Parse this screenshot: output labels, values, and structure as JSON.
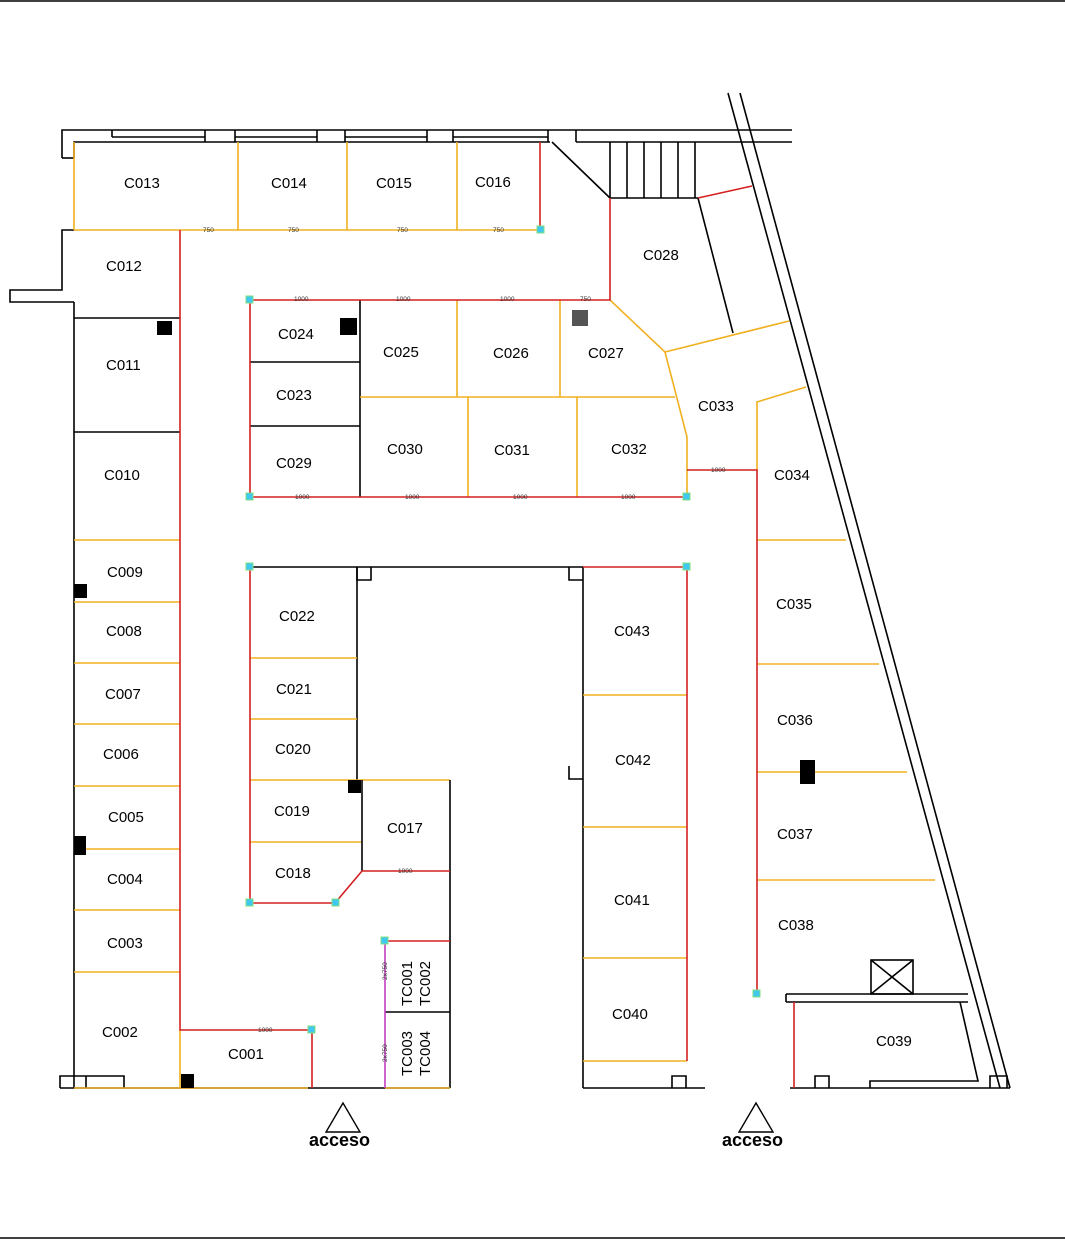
{
  "rooms": [
    {
      "id": "C001"
    },
    {
      "id": "C002"
    },
    {
      "id": "C003"
    },
    {
      "id": "C004"
    },
    {
      "id": "C005"
    },
    {
      "id": "C006"
    },
    {
      "id": "C007"
    },
    {
      "id": "C008"
    },
    {
      "id": "C009"
    },
    {
      "id": "C010"
    },
    {
      "id": "C011"
    },
    {
      "id": "C012"
    },
    {
      "id": "C013"
    },
    {
      "id": "C014"
    },
    {
      "id": "C015"
    },
    {
      "id": "C016"
    },
    {
      "id": "C017"
    },
    {
      "id": "C018"
    },
    {
      "id": "C019"
    },
    {
      "id": "C020"
    },
    {
      "id": "C021"
    },
    {
      "id": "C022"
    },
    {
      "id": "C023"
    },
    {
      "id": "C024"
    },
    {
      "id": "C025"
    },
    {
      "id": "C026"
    },
    {
      "id": "C027"
    },
    {
      "id": "C028"
    },
    {
      "id": "C029"
    },
    {
      "id": "C030"
    },
    {
      "id": "C031"
    },
    {
      "id": "C032"
    },
    {
      "id": "C033"
    },
    {
      "id": "C034"
    },
    {
      "id": "C035"
    },
    {
      "id": "C036"
    },
    {
      "id": "C037"
    },
    {
      "id": "C038"
    },
    {
      "id": "C039"
    },
    {
      "id": "C040"
    },
    {
      "id": "C041"
    },
    {
      "id": "C042"
    },
    {
      "id": "C043"
    }
  ],
  "rotated_labels": [
    {
      "id": "TC001"
    },
    {
      "id": "TC002"
    },
    {
      "id": "TC003"
    },
    {
      "id": "TC004"
    }
  ],
  "entrances": [
    {
      "label": "acceso"
    },
    {
      "label": "acceso"
    }
  ],
  "dimensions": [
    "750",
    "1000",
    "2x750"
  ],
  "colors": {
    "walls": "#000000",
    "partitions": "#f0b020",
    "fire_route": "#d42020",
    "dimension": "#c040c0",
    "node": "#40c8f0"
  }
}
